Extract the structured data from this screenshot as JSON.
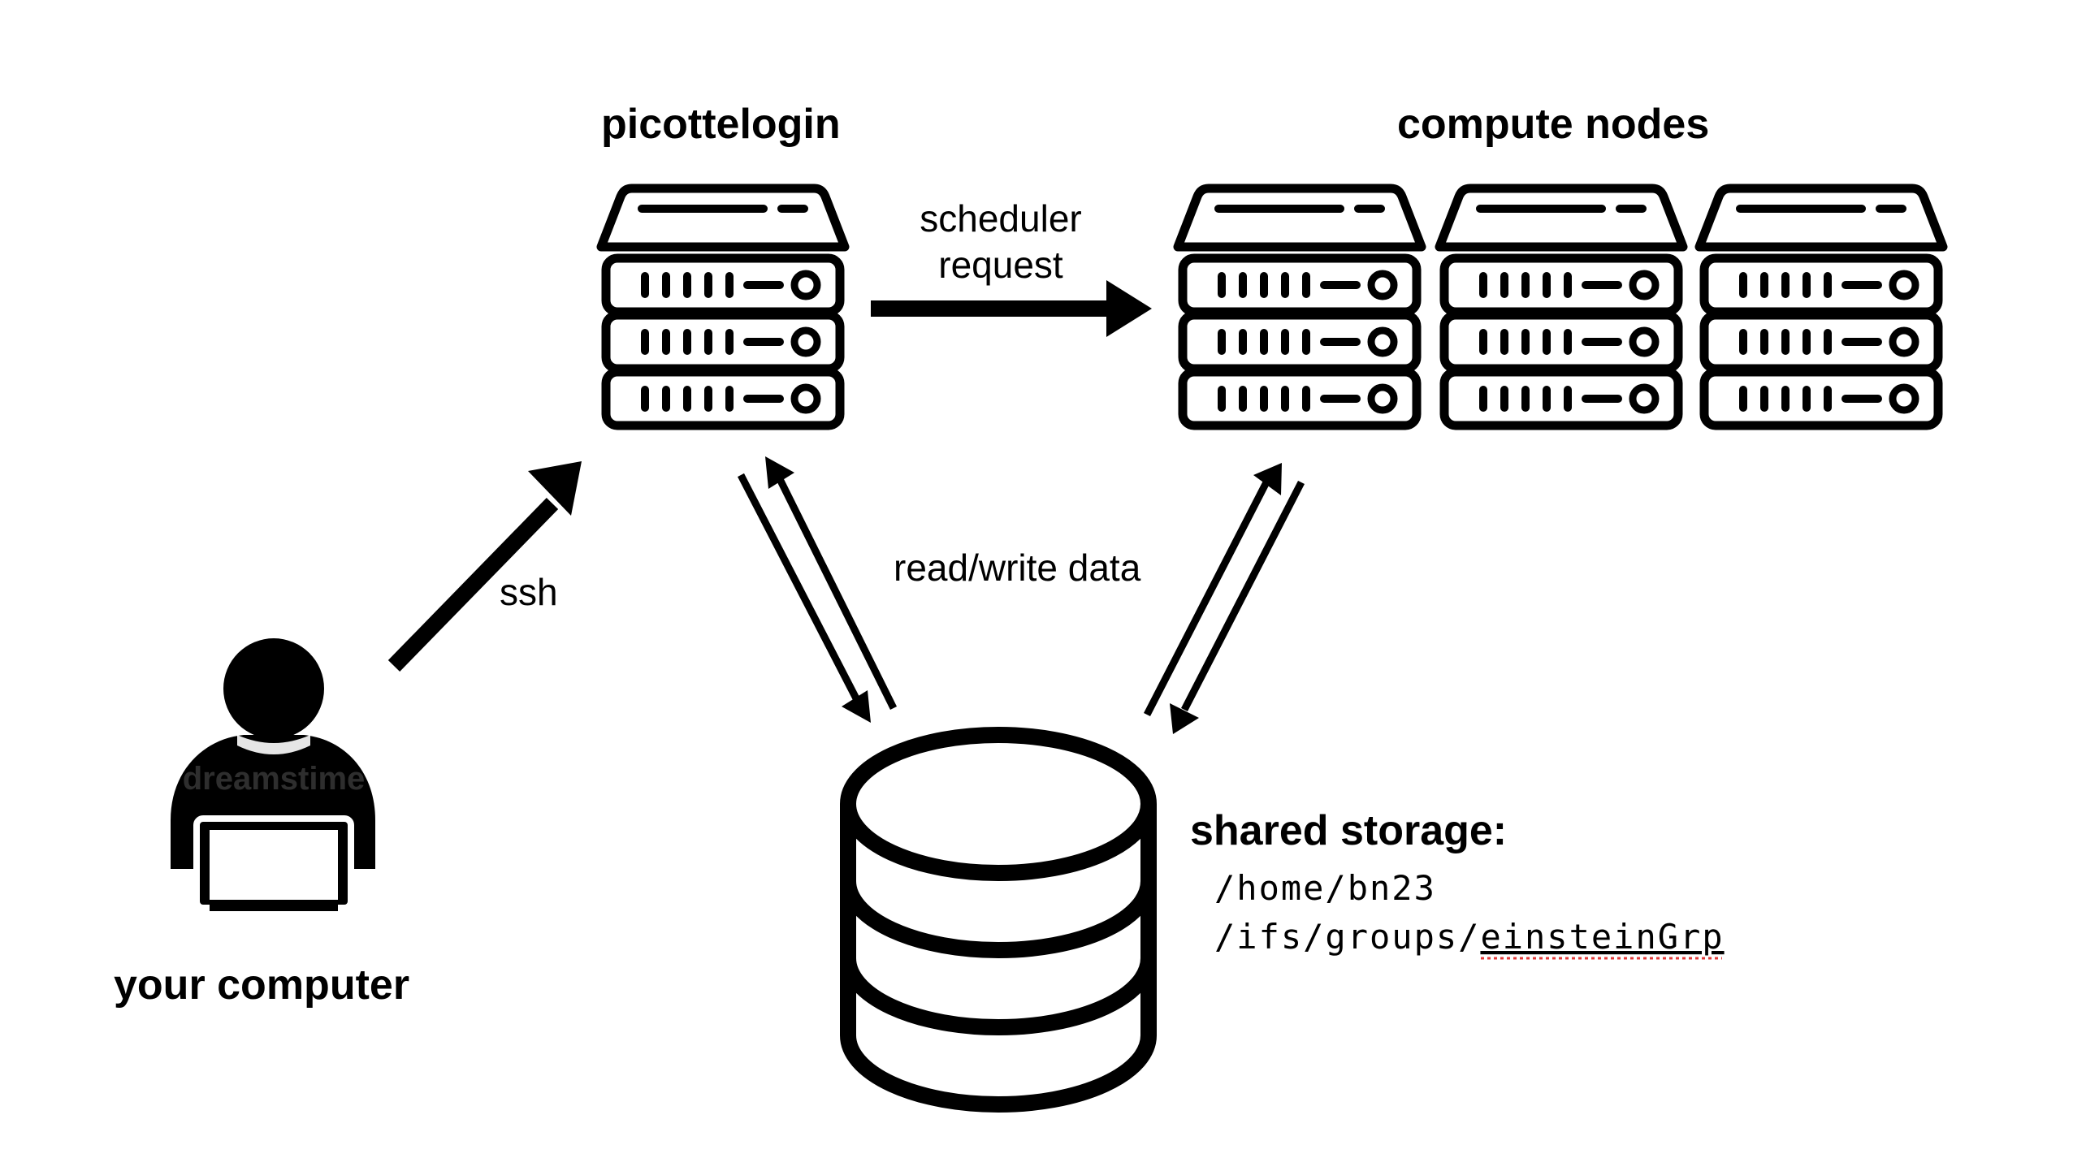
{
  "labels": {
    "login": "picottelogin",
    "compute": "compute nodes",
    "scheduler_line1": "scheduler",
    "scheduler_line2": "request",
    "ssh": "ssh",
    "readwrite": "read/write data",
    "your_computer": "your computer",
    "storage_title": "shared storage:",
    "storage_path1": "/home/bn23",
    "storage_path2_prefix": "/ifs/groups/",
    "storage_path2_word": "einsteinGrp",
    "watermark": "dreamstime"
  },
  "icons": {
    "server": "server-rack-icon",
    "user": "user-laptop-icon",
    "storage": "database-cylinder-icon"
  },
  "colors": {
    "ink": "#000000",
    "background": "#ffffff",
    "spellcheck": "#e23b3b"
  }
}
